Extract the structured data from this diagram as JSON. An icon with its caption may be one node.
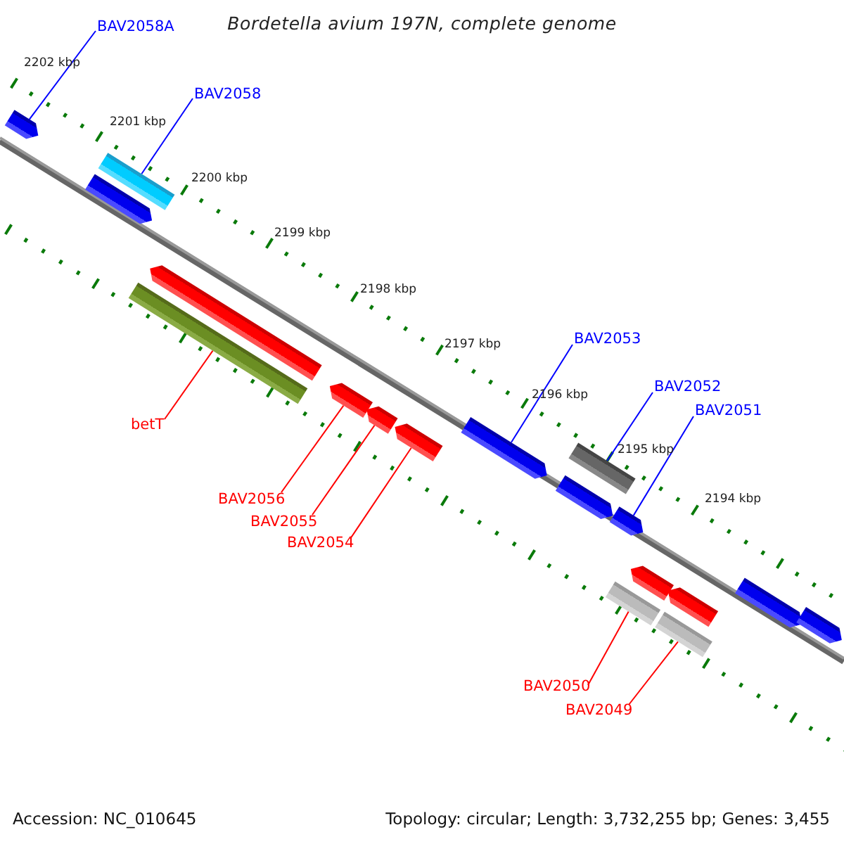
{
  "diagram": {
    "title": "Bordetella avium 197N, complete genome",
    "nodes": [
      {
        "text": [
          "BAV2058A"
        ]
      },
      {
        "text": [],
        "shape": "bar"
      },
      {
        "text": [
          "BAV2058"
        ]
      },
      {
        "text": [],
        "shape": "bar"
      },
      {
        "text": [],
        "shape": "bar"
      },
      {
        "text": [],
        "shape": "bar"
      },
      {
        "text": [],
        "shape": "bar"
      },
      {
        "text": [
          "betT"
        ]
      },
      {
        "text": [],
        "shape": "bar"
      },
      {
        "text": [],
        "shape": "bar"
      },
      {
        "text": [],
        "shape": "bar"
      },
      {
        "text": [
          "BAV2056"
        ]
      },
      {
        "text": [
          "BAV2055"
        ]
      },
      {
        "text": [
          "BAV2054"
        ]
      },
      {
        "text": [
          "BAV2053"
        ]
      },
      {
        "text": [],
        "shape": "bar"
      },
      {
        "text": [
          "BAV2052"
        ]
      },
      {
        "text": [],
        "shape": "bar"
      },
      {
        "text": [
          "BAV2051"
        ]
      },
      {
        "text": [],
        "shape": "bar"
      },
      {
        "text": [],
        "shape": "bar"
      },
      {
        "text": [],
        "shape": "bar"
      },
      {
        "text": [],
        "shape": "bar"
      },
      {
        "text": [],
        "shape": "bar"
      },
      {
        "text": [],
        "shape": "bar"
      },
      {
        "text": [
          "BAV2050"
        ]
      },
      {
        "text": [
          "BAV2049"
        ]
      },
      {
        "text": [],
        "shape": "bar"
      },
      {
        "text": [],
        "shape": "bar"
      }
    ],
    "edges": [
      {
        "from": 0,
        "to": 1,
        "arrow": "none",
        "color": "#0000ff"
      },
      {
        "from": 2,
        "to": 3,
        "arrow": "none",
        "color": "#0000ff"
      },
      {
        "from": 7,
        "to": 6,
        "arrow": "none",
        "color": "#ff0000"
      },
      {
        "from": 11,
        "to": 8,
        "arrow": "none",
        "color": "#ff0000"
      },
      {
        "from": 12,
        "to": 9,
        "arrow": "none",
        "color": "#ff0000"
      },
      {
        "from": 13,
        "to": 10,
        "arrow": "none",
        "color": "#ff0000"
      },
      {
        "from": 14,
        "to": 15,
        "arrow": "none",
        "color": "#0000ff"
      },
      {
        "from": 16,
        "to": 17,
        "arrow": "none",
        "color": "#0000ff"
      },
      {
        "from": 18,
        "to": 20,
        "arrow": "none",
        "color": "#0000ff"
      },
      {
        "from": 25,
        "to": 23,
        "arrow": "none",
        "color": "#ff0000"
      },
      {
        "from": 26,
        "to": 24,
        "arrow": "none",
        "color": "#ff0000"
      }
    ],
    "labels": [
      "2202 kbp",
      "2201 kbp",
      "2200 kbp",
      "2199 kbp",
      "2198 kbp",
      "2197 kbp",
      "2196 kbp",
      "2195 kbp",
      "2194 kbp",
      "Accession: NC_010645",
      "Topology: circular; Length: 3,732,255 bp; Genes: 3,455"
    ]
  }
}
